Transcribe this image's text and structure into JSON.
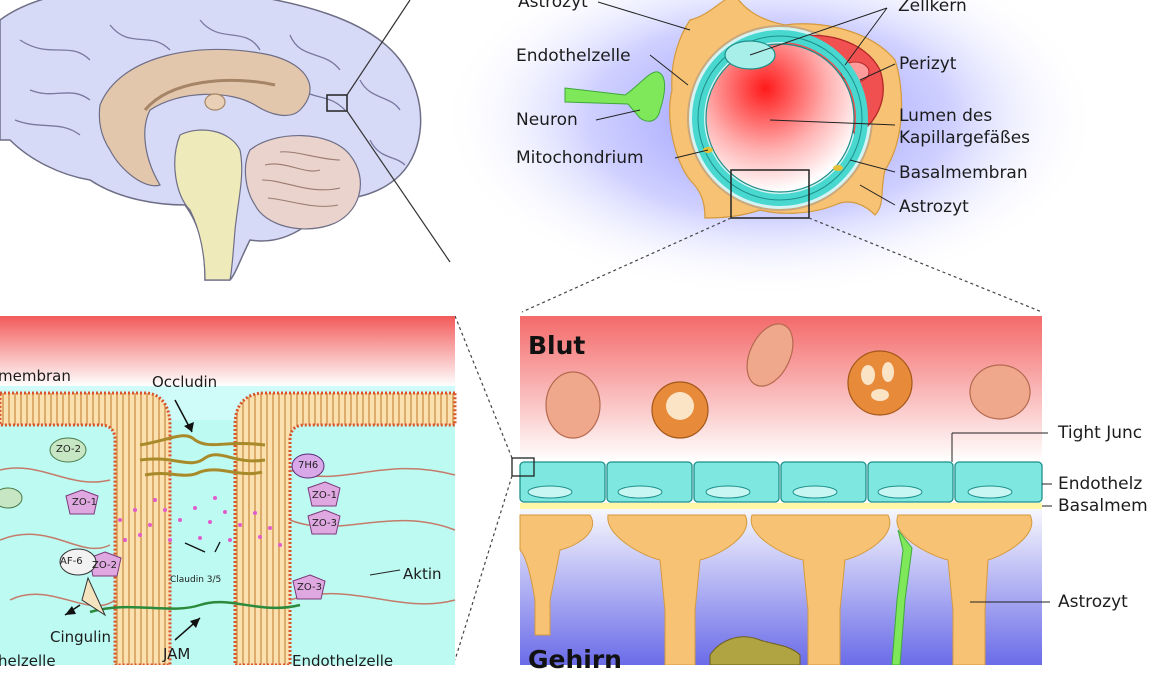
{
  "top_right": {
    "astrozyt_top": "Astrozyt",
    "zellkern": "Zellkern",
    "endothelzelle": "Endothelzelle",
    "perizyt": "Perizyt",
    "neuron": "Neuron",
    "lumen": "Lumen des",
    "lumen2": "Kapillargefäßes",
    "mitochondrium": "Mitochondrium",
    "basalmembran": "Basalmembran",
    "astrozyt": "Astrozyt"
  },
  "bottom_right": {
    "blut": "Blut",
    "gehirn": "Gehirn",
    "tight_junction": "Tight Junc",
    "endothelzelle": "Endothelz",
    "basalmembran": "Basalmem",
    "astrozyt": "Astrozyt"
  },
  "bottom_left": {
    "membran": "membran",
    "occludin": "Occludin",
    "aktin": "Aktin",
    "cingulin": "Cingulin",
    "zelle_left": "helzelle",
    "jam": "JAM",
    "endothelzelle": "Endothelzelle",
    "claudin": "Claudin 3/5",
    "zo1": "ZO-1",
    "zo2": "ZO-2",
    "zo3": "ZO-3",
    "af6": "AF-6",
    "p7h": "7H6"
  },
  "colors": {
    "blood_red": "#f07070",
    "endothel": "#7ee8e0",
    "astro": "#f7c273",
    "membrane_red": "#d9532c",
    "brain_lilac": "#cfd3f5"
  }
}
